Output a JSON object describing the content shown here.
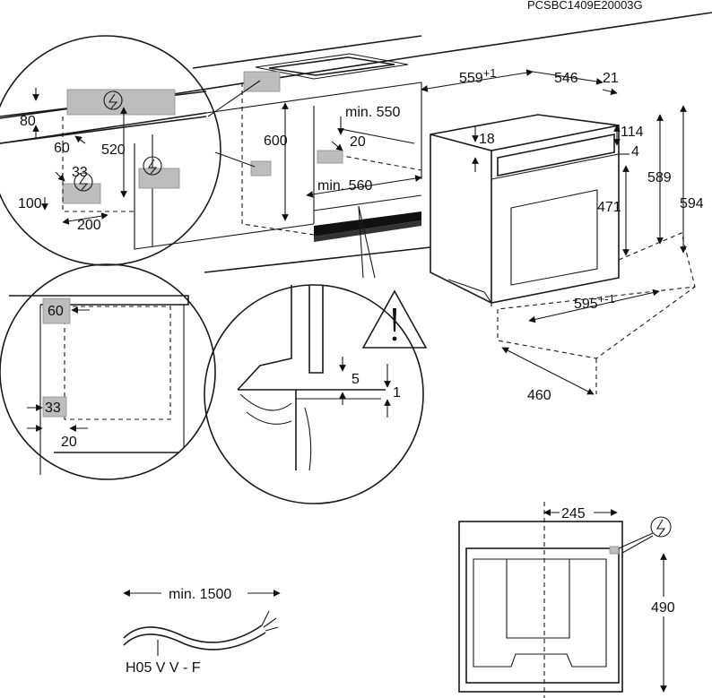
{
  "header": {
    "code": "PCSBC1409E20003G"
  },
  "dimensions": {
    "d80": "80",
    "d60": "60",
    "d520": "520",
    "d33": "33",
    "d100": "100",
    "d200": "200",
    "d600": "600",
    "min550": "min. 550",
    "d20a": "20",
    "min560": "min. 560",
    "d559": "559",
    "d559sup": "+1",
    "d546": "546",
    "d21": "21",
    "d18": "18",
    "d114": "114",
    "d4": "4",
    "d589": "589",
    "d594": "594",
    "d471": "471",
    "d595": "595",
    "d595sup": "+-1",
    "d460": "460",
    "box60": "60",
    "box33": "33",
    "d20b": "20",
    "d5": "5",
    "d1": "1",
    "d245": "245",
    "d490": "490"
  },
  "cable": {
    "length": "min. 1500",
    "type": "H05 V V - F"
  }
}
